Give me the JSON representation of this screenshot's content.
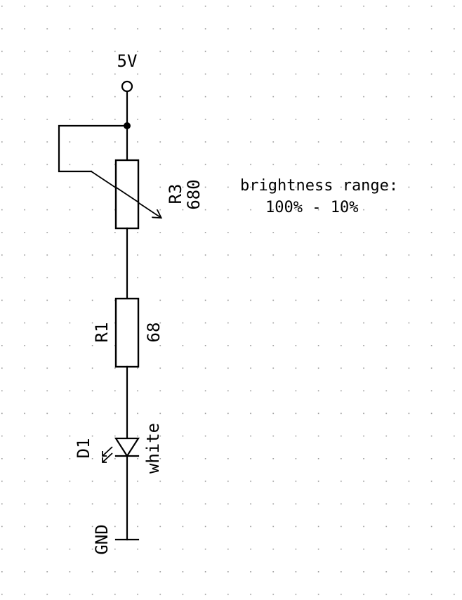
{
  "supply": {
    "label": "5V"
  },
  "ground": {
    "label": "GND"
  },
  "r3": {
    "ref": "R3",
    "value": "680"
  },
  "r1": {
    "ref": "R1",
    "value": "68"
  },
  "d1": {
    "ref": "D1",
    "value": "white"
  },
  "note": {
    "line1": "brightness range:",
    "line2": "100% - 10%"
  }
}
